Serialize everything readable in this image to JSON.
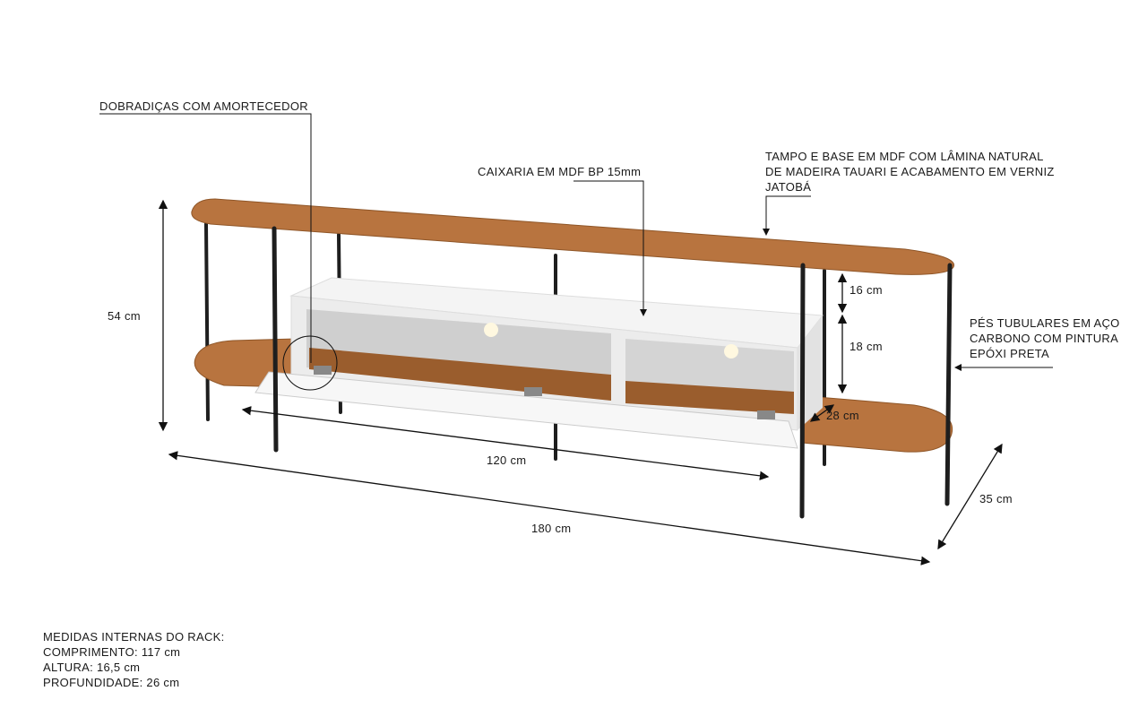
{
  "labels": {
    "hinges": "DOBRADIÇAS COM AMORTECEDOR",
    "casing": "CAIXARIA EM MDF BP 15mm",
    "top_lines": [
      "TAMPO E BASE EM MDF COM LÂMINA NATURAL",
      "DE MADEIRA TAUARI E ACABAMENTO EM VERNIZ",
      "JATOBÁ"
    ],
    "legs_lines": [
      "PÉS TUBULARES EM AÇO",
      "CARBONO COM PINTURA",
      "EPÓXI PRETA"
    ]
  },
  "dimensions": {
    "height": "54 cm",
    "top_gap": "16 cm",
    "niche_height": "18 cm",
    "depth_inner": "28 cm",
    "cabinet_width": "120 cm",
    "total_width": "180 cm",
    "total_depth": "35 cm"
  },
  "internal": {
    "title": "MEDIDAS INTERNAS DO RACK:",
    "length": "COMPRIMENTO: 117 cm",
    "height": "ALTURA: 16,5 cm",
    "depth": "PROFUNDIDADE: 26 cm"
  },
  "colors": {
    "wood": "#b8743f",
    "wood_edge": "#8f5628",
    "white": "#f2f2f2",
    "metal": "#1e1e1e"
  }
}
